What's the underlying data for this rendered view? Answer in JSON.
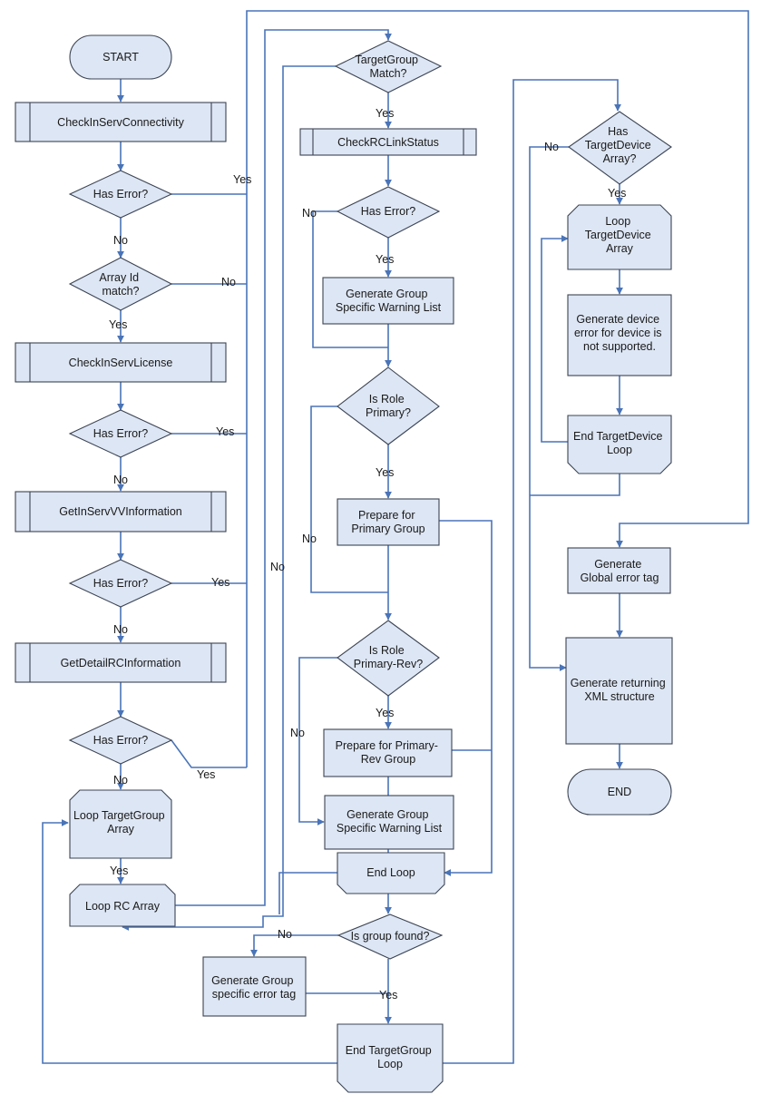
{
  "nodes": {
    "start": "START",
    "check_inserv_connectivity": "CheckInServConnectivity",
    "has_error_1": "Has Error?",
    "array_id_match": [
      "Array Id",
      "match?"
    ],
    "check_inserv_license": "CheckInServLicense",
    "has_error_2": "Has Error?",
    "get_inserv_vv_information": "GetInServVVInformation",
    "has_error_3": "Has Error?",
    "get_detail_rc_information": "GetDetailRCInformation",
    "has_error_4": "Has Error?",
    "loop_targetgroup_array": [
      "Loop TargetGroup",
      "Array"
    ],
    "loop_rc_array": "Loop RC Array",
    "targetgroup_match": [
      "TargetGroup",
      "Match?"
    ],
    "check_rc_link_status": "CheckRCLinkStatus",
    "has_error_5": "Has Error?",
    "generate_group_warning_1": [
      "Generate Group",
      "Specific Warning List"
    ],
    "is_role_primary": [
      "Is Role",
      "Primary?"
    ],
    "prepare_primary_group": [
      "Prepare for",
      "Primary Group"
    ],
    "is_role_primary_rev": [
      "Is Role",
      "Primary-Rev?"
    ],
    "prepare_primary_rev_group": [
      "Prepare for Primary-",
      "Rev Group"
    ],
    "generate_group_warning_2": [
      "Generate Group",
      "Specific Warning List"
    ],
    "end_loop": "End Loop",
    "is_group_found": "Is group found?",
    "generate_group_error_tag": [
      "Generate Group",
      "specific error tag"
    ],
    "end_targetgroup_loop": [
      "End TargetGroup",
      "Loop"
    ],
    "has_targetdevice_array": [
      "Has",
      "TargetDevice",
      "Array?"
    ],
    "loop_targetdevice_array": [
      "Loop",
      "TargetDevice",
      "Array"
    ],
    "generate_device_error": [
      "Generate device",
      "error for device is",
      "not supported."
    ],
    "end_targetdevice_loop": [
      "End TargetDevice",
      "Loop"
    ],
    "generate_global_error_tag": [
      "Generate",
      "Global error tag"
    ],
    "generate_returning_xml": [
      "Generate returning",
      "XML structure"
    ],
    "end": "END"
  },
  "edge_labels": {
    "has_error_1_yes": "Yes",
    "has_error_1_no": "No",
    "array_id_no": "No",
    "array_id_yes": "Yes",
    "has_error_2_yes": "Yes",
    "has_error_2_no": "No",
    "has_error_3_yes": "Yes",
    "has_error_3_no": "No",
    "has_error_4_yes": "Yes",
    "has_error_4_no": "No",
    "loop_tg_yes": "Yes",
    "rc_loop_no": "No",
    "targetgroup_match_yes": "Yes",
    "has_error_5_no": "No",
    "has_error_5_yes": "Yes",
    "is_role_primary_yes": "Yes",
    "is_role_primary_no": "No",
    "is_role_primary_rev_yes": "Yes",
    "is_role_primary_rev_no": "No",
    "is_group_found_no": "No",
    "is_group_found_yes": "Yes",
    "has_targetdevice_no": "No",
    "has_targetdevice_yes": "Yes"
  }
}
